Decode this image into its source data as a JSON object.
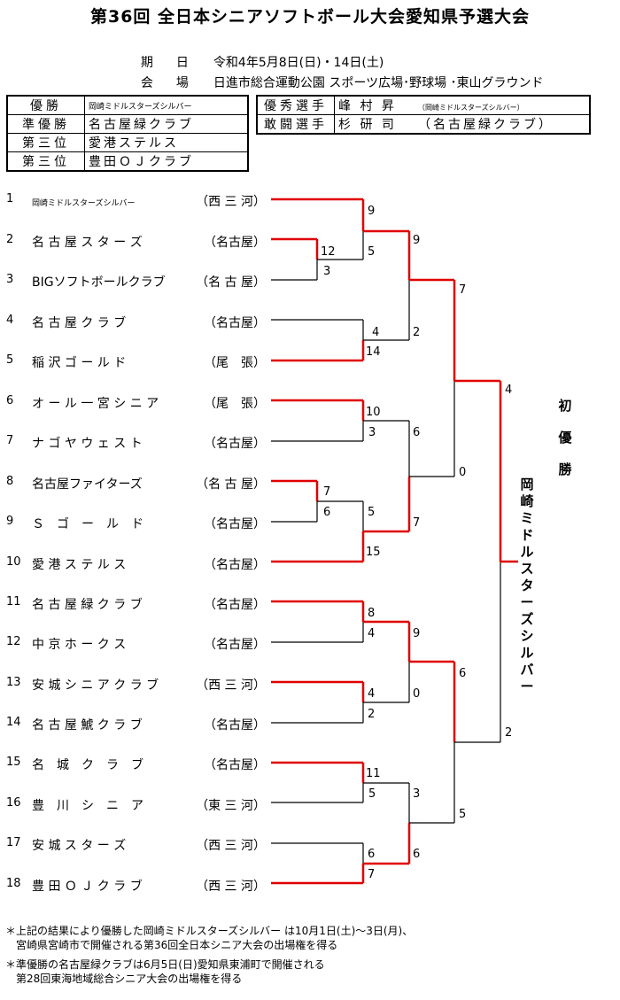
{
  "title": "第36回 全日本シニアソフトボール大会愛知県予選大会",
  "info": {
    "date_key": "期日",
    "date_value": "令和4年5月8日(日)・14日(土)",
    "venue_key": "会場",
    "venue_value": "日進市総合運動公園 スポーツ広場･野球場 ･東山グラウンド"
  },
  "results": [
    {
      "label": "優勝",
      "team": "岡崎ミドルスターズシルバー"
    },
    {
      "label": "準優勝",
      "team": "名古屋緑クラブ"
    },
    {
      "label": "第三位",
      "team": "愛港ステルス"
    },
    {
      "label": "第三位",
      "team": "豊田ＯＪクラブ"
    }
  ],
  "players": [
    {
      "label": "優秀選手",
      "name": "峰 村 昇",
      "team": "（岡崎ミドルスターズシルバー）"
    },
    {
      "label": "敢闘選手",
      "name": "杉 研 司",
      "team": "（名古屋緑クラブ）"
    }
  ],
  "teams": [
    {
      "no": "1",
      "name": "岡崎ミドルスターズシルバー",
      "region": "（西 三 河）"
    },
    {
      "no": "2",
      "name": "名 古 屋 ス タ ー ズ",
      "region": "（名古屋）"
    },
    {
      "no": "3",
      "name": "BIGソフトボールクラブ",
      "region": "（名 古 屋）"
    },
    {
      "no": "4",
      "name": "名 古 屋 ク ラ ブ",
      "region": "（名古屋）"
    },
    {
      "no": "5",
      "name": "稲 沢 ゴ ー ル ド",
      "region": "（尾　張）"
    },
    {
      "no": "6",
      "name": "オ ー ル 一 宮 シ ニ ア",
      "region": "（尾　張）"
    },
    {
      "no": "7",
      "name": "ナ ゴ ヤ ウ ェ ス ト",
      "region": "（名古屋）"
    },
    {
      "no": "8",
      "name": "名古屋ファイターズ",
      "region": "（名 古 屋）"
    },
    {
      "no": "9",
      "name": "Ｓ　ゴ　ー　ル　ド",
      "region": "（名古屋）"
    },
    {
      "no": "10",
      "name": "愛 港 ス テ ル ス",
      "region": "（名古屋）"
    },
    {
      "no": "11",
      "name": "名 古 屋 緑 ク ラ ブ",
      "region": "（名古屋）"
    },
    {
      "no": "12",
      "name": "中 京 ホ ー ク ス",
      "region": "（名古屋）"
    },
    {
      "no": "13",
      "name": "安 城 シ ニ ア ク ラ ブ",
      "region": "（西 三 河）"
    },
    {
      "no": "14",
      "name": "名 古 屋 鯱 ク ラ ブ",
      "region": "（名古屋）"
    },
    {
      "no": "15",
      "name": "名　城　ク　ラ　ブ",
      "region": "（名古屋）"
    },
    {
      "no": "16",
      "name": "豊　川　シ　ニ　ア",
      "region": "（東 三 河）"
    },
    {
      "no": "17",
      "name": "安 城 ス タ ー ズ",
      "region": "（西 三 河）"
    },
    {
      "no": "18",
      "name": "豊 田 Ｏ Ｊ ク ラ ブ",
      "region": "（西 三 河）"
    }
  ],
  "matches": {
    "m_2v3": [
      "12",
      "3"
    ],
    "m_8v9": [
      "7",
      "6"
    ],
    "m_1vw23": [
      "9",
      "5"
    ],
    "m_4v5": [
      "4",
      "14"
    ],
    "m_6v7": [
      "10",
      "3"
    ],
    "m_w89v10": [
      "5",
      "15"
    ],
    "m_11v12": [
      "8",
      "4"
    ],
    "m_13v14": [
      "4",
      "2"
    ],
    "m_15v16": [
      "11",
      "5"
    ],
    "m_17v18": [
      "6",
      "7"
    ],
    "qf1": [
      "9",
      "2"
    ],
    "qf2": [
      "6",
      "7"
    ],
    "qf3": [
      "9",
      "0"
    ],
    "qf4": [
      "3",
      "6"
    ],
    "sf1": [
      "7",
      "0"
    ],
    "sf2": [
      "6",
      "5"
    ],
    "final": [
      "4",
      "2"
    ]
  },
  "champion_heading": "初優勝",
  "champion_team": "岡崎ミドルスターズシルバー",
  "notes": [
    "＊上記の結果により優勝した岡崎ミドルスターズシルバー は10月1日(土)～3日(月)、\n　宮崎県宮崎市で開催される第36回全日本シニア大会の出場権を得る",
    "＊準優勝の名古屋緑クラブは6月5日(日)愛知県東浦町で開催される\n　第28回東海地域総合シニア大会の出場権を得る"
  ],
  "colors": {
    "winner_line": "#e00000",
    "loser_line": "#000000"
  }
}
